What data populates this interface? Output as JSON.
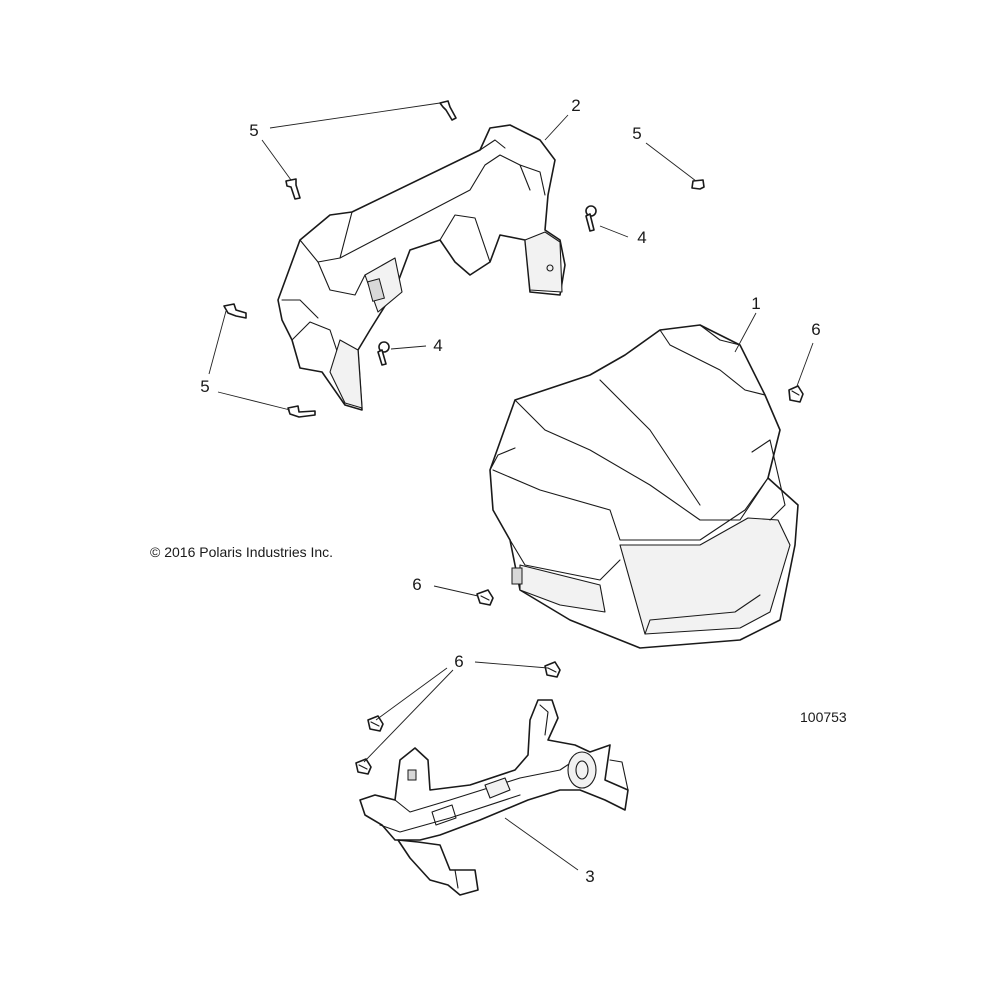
{
  "diagram": {
    "copyright": "© 2016 Polaris Industries Inc.",
    "reference_number": "100753",
    "callouts": {
      "c1": "1",
      "c2": "2",
      "c3": "3",
      "c4a": "4",
      "c4b": "4",
      "c5a": "5",
      "c5b": "5",
      "c5c": "5",
      "c6a": "6",
      "c6b": "6",
      "c6c": "6"
    }
  }
}
